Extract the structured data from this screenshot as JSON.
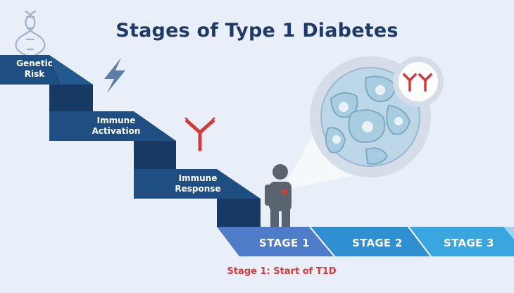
{
  "title": "Stages of Type 1 Diabetes",
  "steps": [
    {
      "line1": "Genetic",
      "line2": "Risk"
    },
    {
      "line1": "Immune",
      "line2": "Activation"
    },
    {
      "line1": "Immune",
      "line2": "Response"
    }
  ],
  "stages": [
    {
      "label": "STAGE 1"
    },
    {
      "label": "STAGE 2"
    },
    {
      "label": "STAGE 3"
    }
  ],
  "caption": "Stage 1: Start of T1D",
  "icons": [
    "dna-icon",
    "lightning-icon",
    "antibody-icon",
    "person-icon",
    "magnifier-icon"
  ],
  "colors": {
    "background": "#e9eff8",
    "title": "#1e3a68",
    "step_face": "#1f4e82",
    "step_riser": "#163a63",
    "stage1": "#4f7cc9",
    "stage2": "#2f8fd1",
    "stage3": "#3aa6df",
    "accent_red": "#d63a3a"
  }
}
